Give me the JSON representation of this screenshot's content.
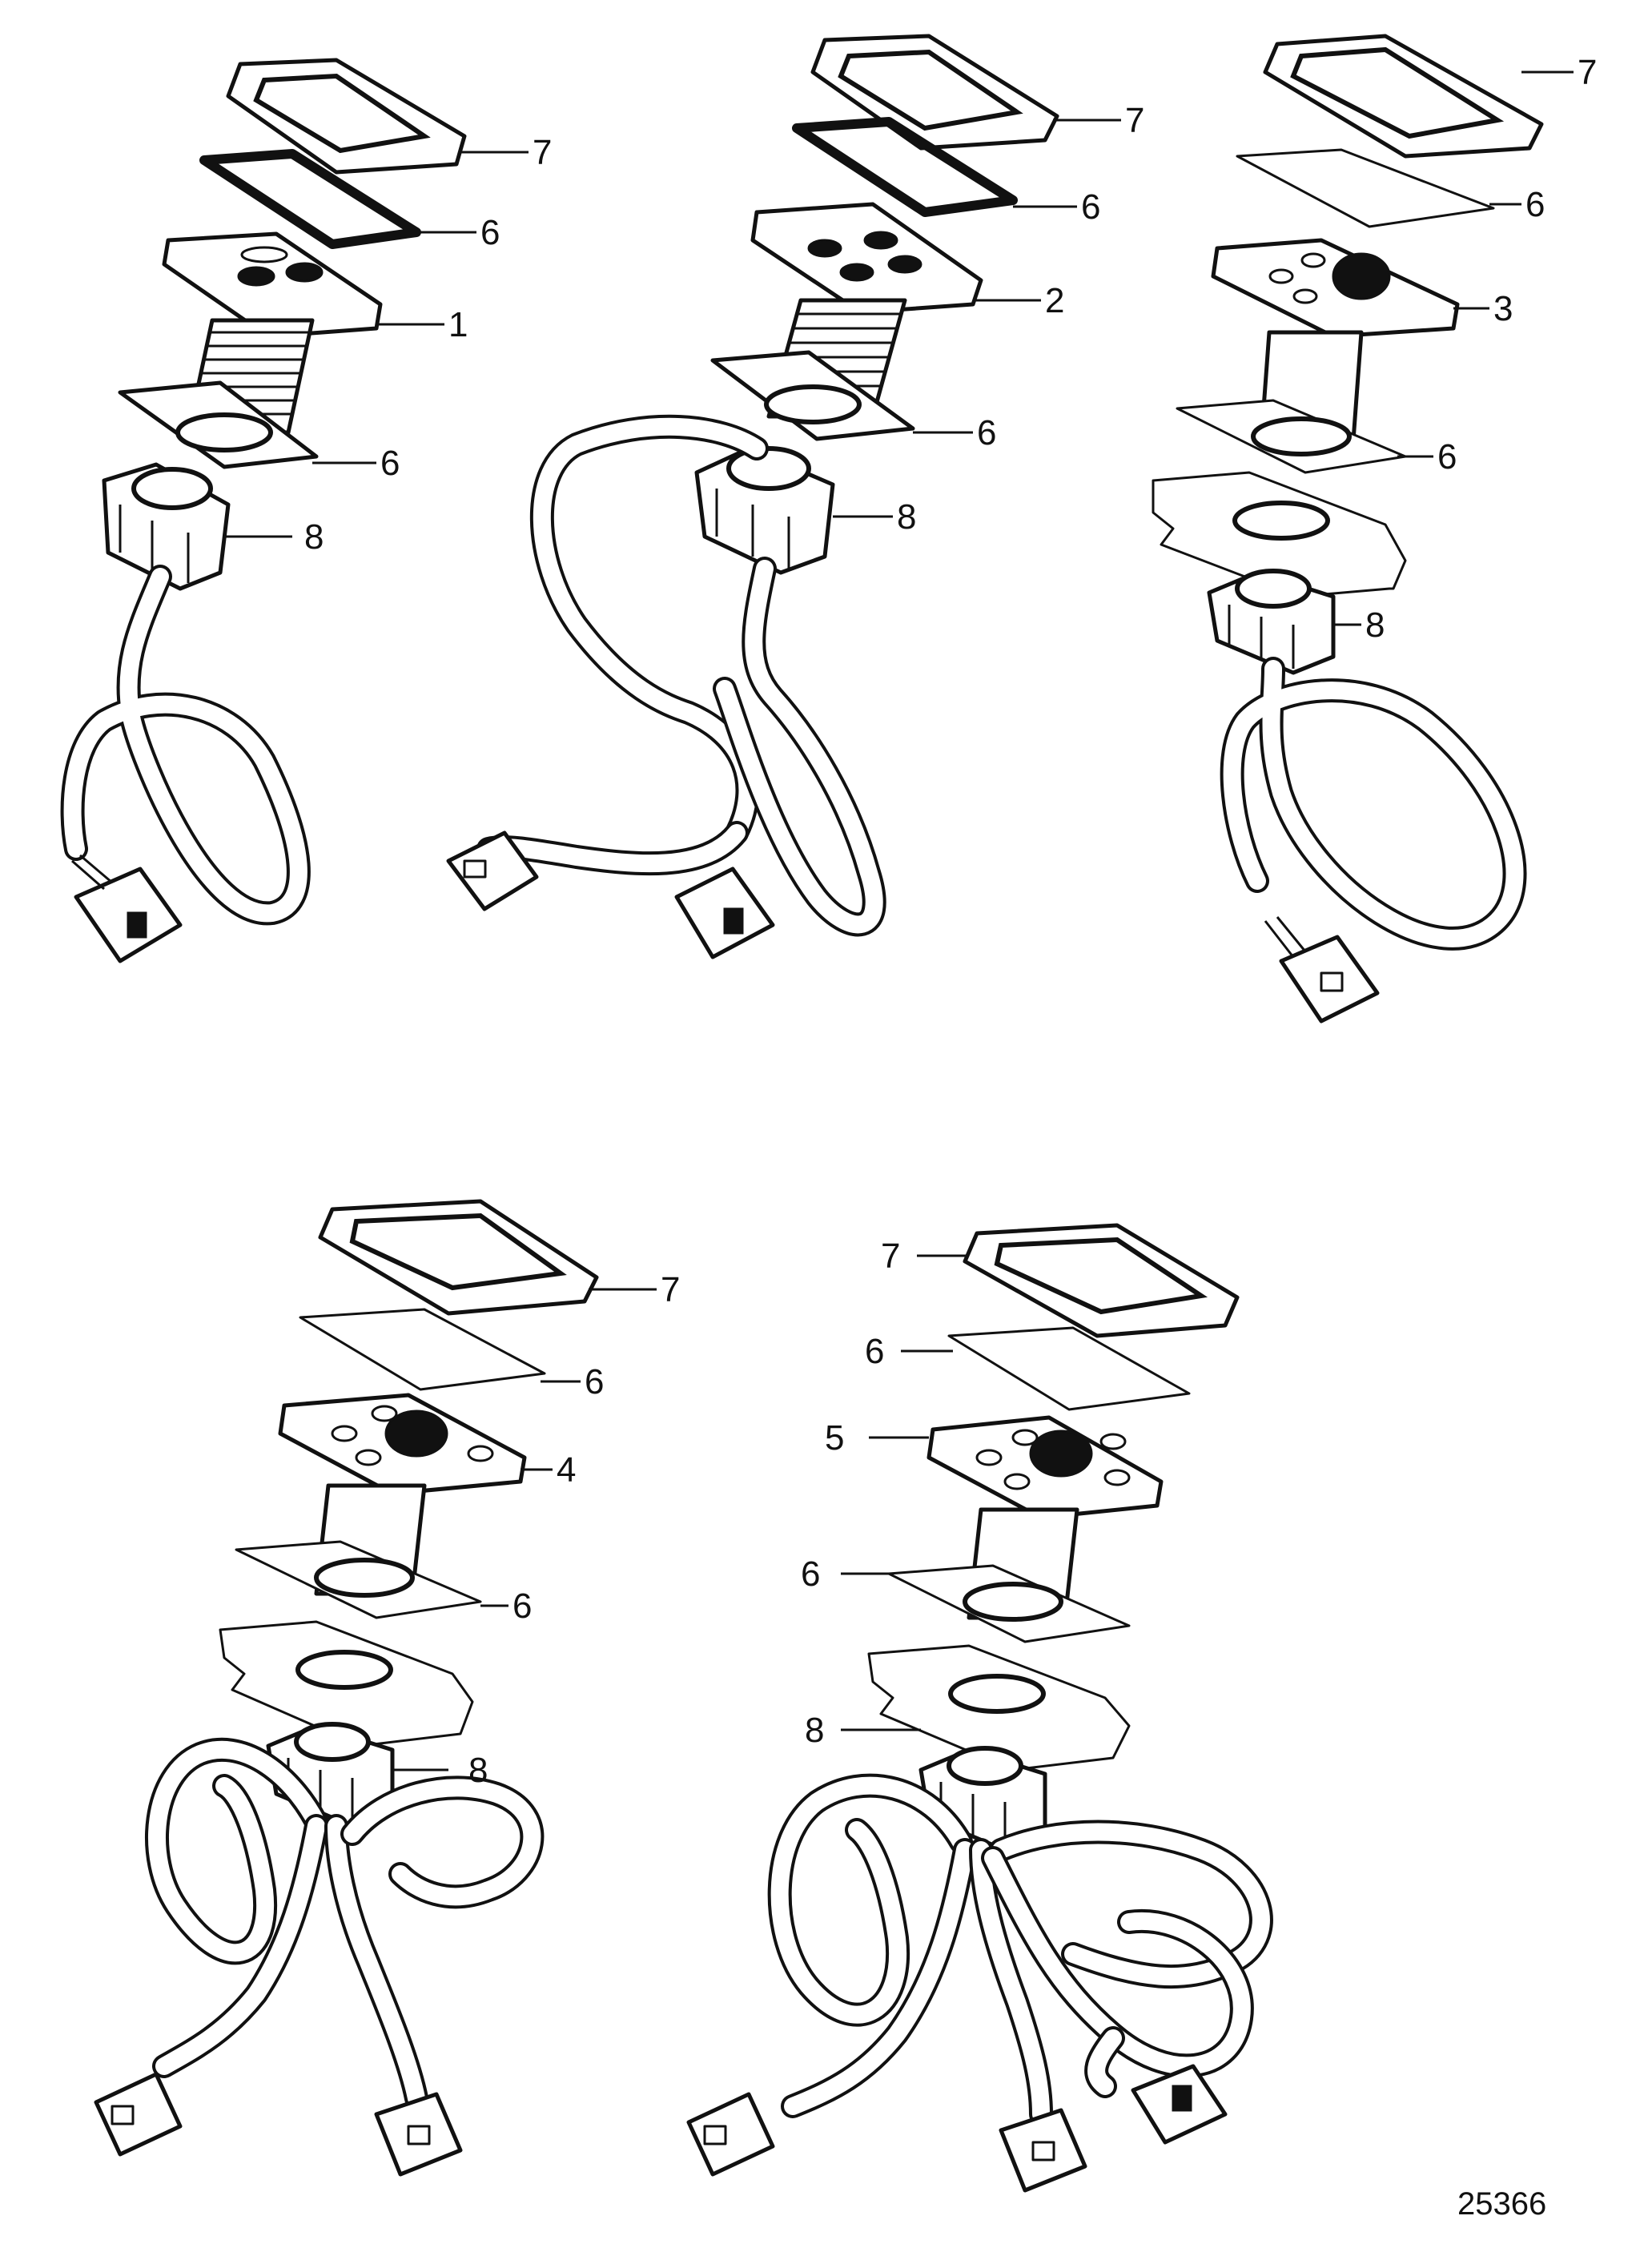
{
  "figure_number": "25366",
  "assemblies": [
    {
      "name": "switch-assembly-1",
      "callouts": [
        "7",
        "6",
        "1",
        "6",
        "8"
      ]
    },
    {
      "name": "switch-assembly-2",
      "callouts": [
        "7",
        "6",
        "2",
        "6",
        "8"
      ]
    },
    {
      "name": "switch-assembly-3",
      "callouts": [
        "7",
        "6",
        "3",
        "6",
        "8"
      ]
    },
    {
      "name": "switch-assembly-4",
      "callouts": [
        "7",
        "6",
        "4",
        "6",
        "8"
      ]
    },
    {
      "name": "switch-assembly-5",
      "callouts": [
        "7",
        "6",
        "5",
        "6",
        "8"
      ]
    }
  ]
}
